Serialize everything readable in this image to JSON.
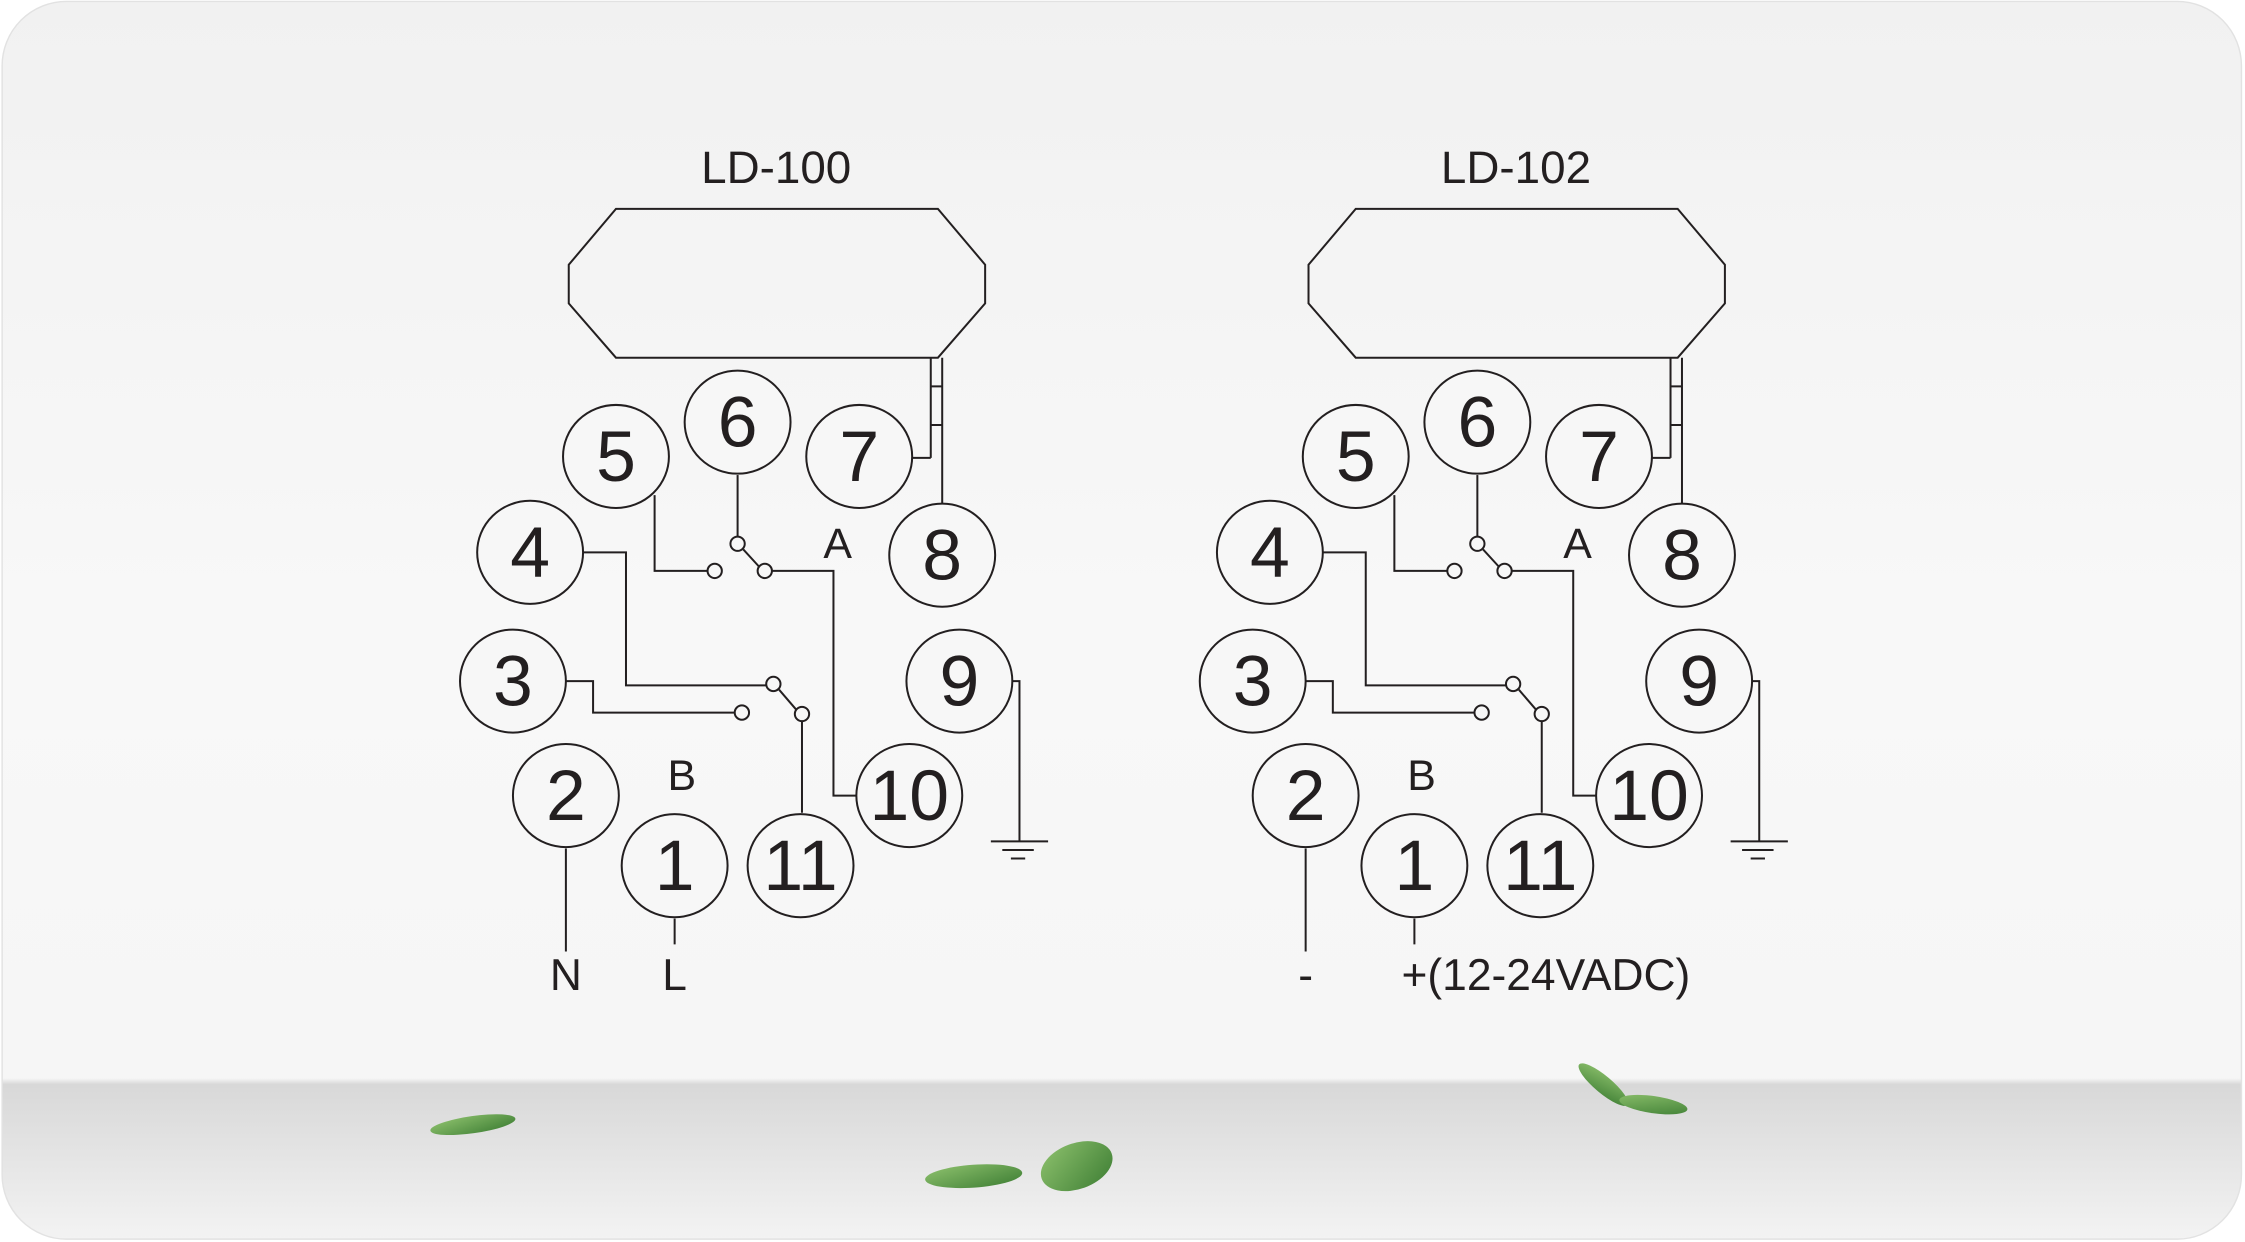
{
  "diagrams": [
    {
      "title": "LD-100",
      "pins": [
        "1",
        "2",
        "3",
        "4",
        "5",
        "6",
        "7",
        "8",
        "9",
        "10",
        "11"
      ],
      "contact_a_label": "A",
      "contact_b_label": "B",
      "pin2_label": "N",
      "pin1_label": "L"
    },
    {
      "title": "LD-102",
      "pins": [
        "1",
        "2",
        "3",
        "4",
        "5",
        "6",
        "7",
        "8",
        "9",
        "10",
        "11"
      ],
      "contact_a_label": "A",
      "contact_b_label": "B",
      "pin2_label": "-",
      "pin1_label": "+(12-24VADC)"
    }
  ],
  "colors": {
    "line": "#231f20",
    "leaf": "#5d9a4a",
    "floor": "#d9d9d9"
  }
}
